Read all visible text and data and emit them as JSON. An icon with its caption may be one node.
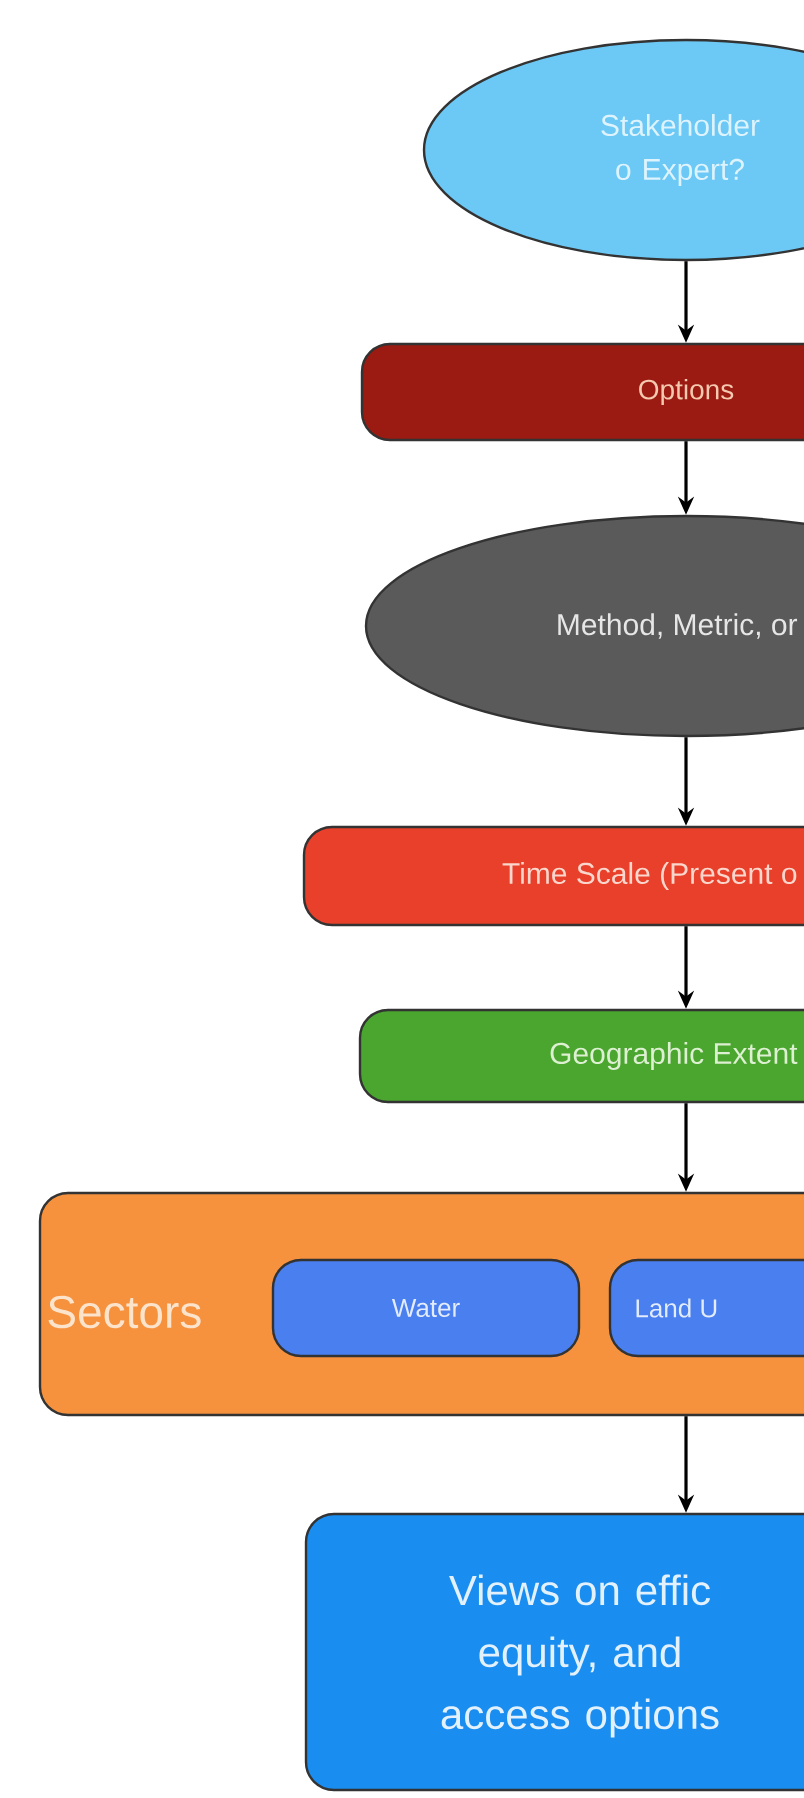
{
  "diagram": {
    "nodes": [
      {
        "text": [
          "Stakeholder o Expert?"
        ]
      },
      {
        "text": [
          "Options"
        ]
      },
      {
        "text": [
          "Method, Metric, or"
        ]
      },
      {
        "text": [
          "Time Scale (Present o"
        ]
      },
      {
        "text": [
          "Geographic Extent"
        ]
      },
      {
        "text": [
          "Sectors"
        ]
      },
      {
        "text": [
          "Water"
        ],
        "in": 5
      },
      {
        "text": [
          "Land U"
        ],
        "in": 5
      },
      {
        "text": [
          "Views on effic equity, and access options"
        ]
      }
    ],
    "edges": [
      {
        "from": 0,
        "to": 1,
        "arrow": "to"
      },
      {
        "from": 1,
        "to": 2,
        "arrow": "to"
      },
      {
        "from": 2,
        "to": 3,
        "arrow": "to"
      },
      {
        "from": 3,
        "to": 4,
        "arrow": "to"
      },
      {
        "from": 4,
        "to": 5,
        "arrow": "to"
      },
      {
        "from": 5,
        "to": 8,
        "arrow": "to"
      }
    ]
  }
}
